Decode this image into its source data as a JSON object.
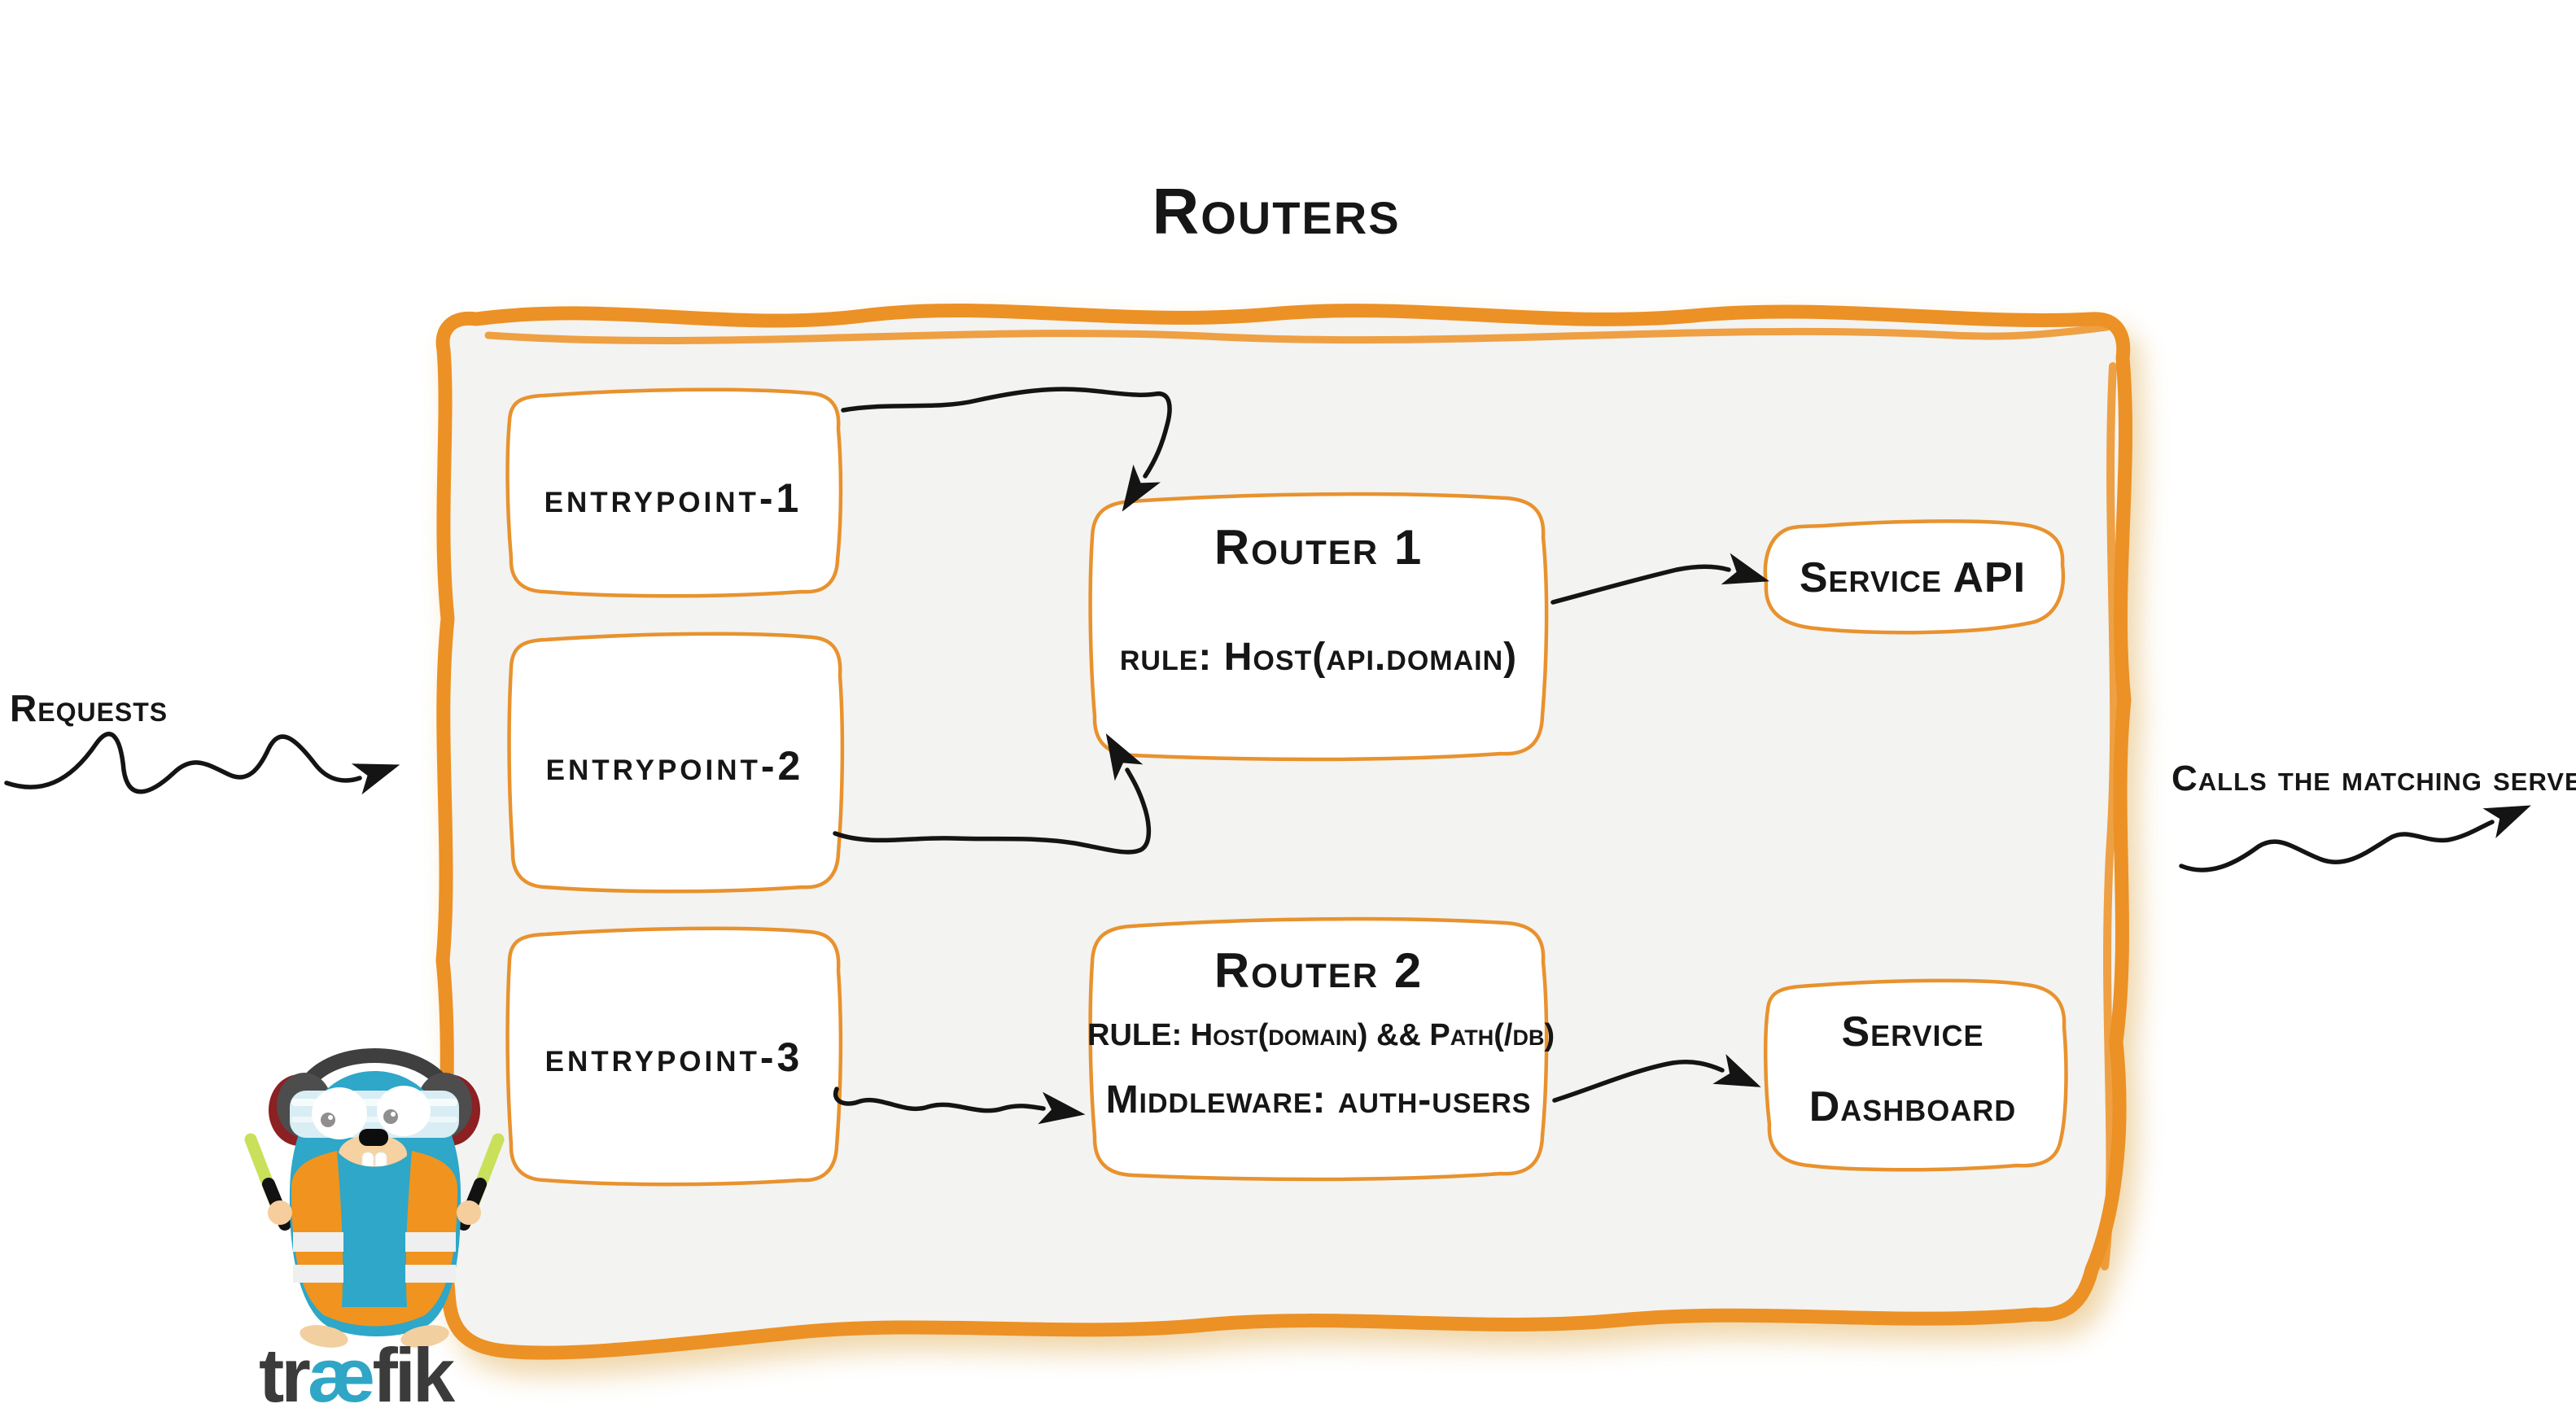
{
  "title": "Routers",
  "labels": {
    "requests": "Requests",
    "calls": "Calls the matching server"
  },
  "entrypoints": [
    {
      "label": "entrypoint-1"
    },
    {
      "label": "entrypoint-2"
    },
    {
      "label": "entrypoint-3"
    }
  ],
  "routers": [
    {
      "title": "Router 1",
      "rule": "rule: Host(api.domain)",
      "middleware": ""
    },
    {
      "title": "Router 2",
      "rule": "RULE: Host(domain) && Path(/db)",
      "middleware": "Middleware: auth-users"
    }
  ],
  "services": [
    {
      "label": "Service API"
    },
    {
      "label": "Service Dashboard"
    }
  ],
  "logo": {
    "pre": "tr",
    "ae": "æ",
    "post": "fik"
  },
  "colors": {
    "accent": "#EC9125",
    "box_border": "#E8922E",
    "container_fill": "#F3F3F2",
    "ink": "#161616",
    "logo_teal": "#2FA6C5",
    "logo_dark": "#3B3B3B",
    "gopher_body": "#2EA7C8",
    "gopher_vest": "#F0941F"
  }
}
